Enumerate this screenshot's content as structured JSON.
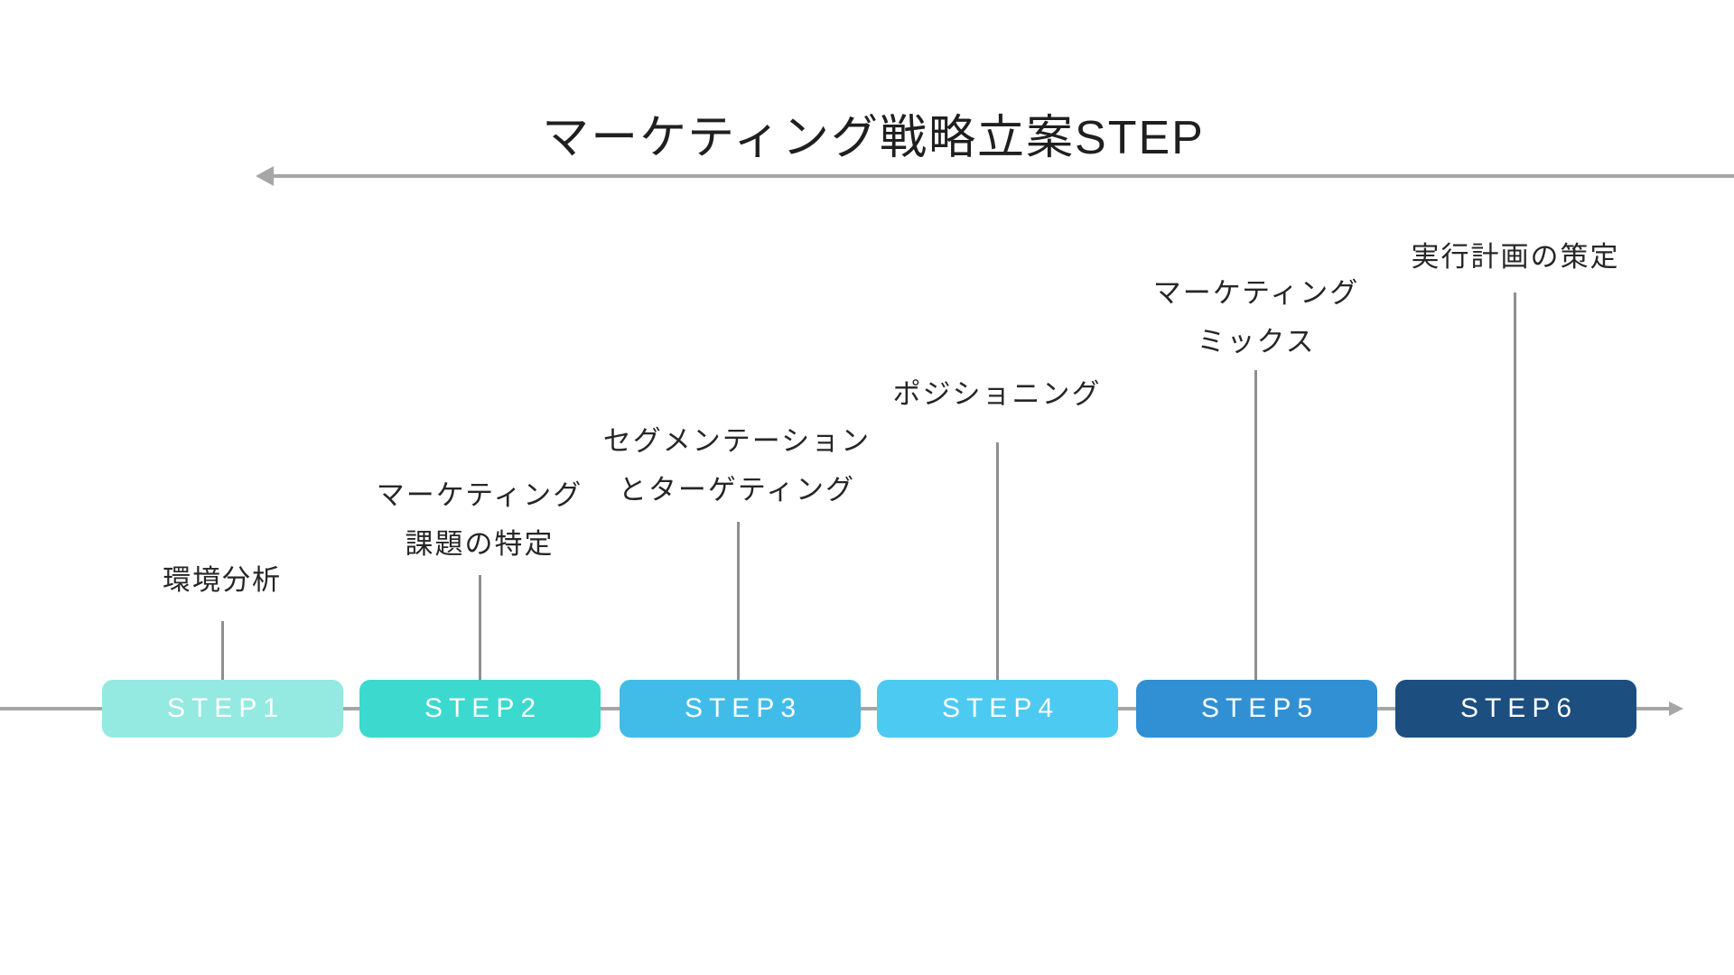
{
  "title": "マーケティング戦略立案STEP",
  "colors": {
    "horizontal_line_gray": "#a6a6a6",
    "connector_line_gray": "#8f8f8f",
    "title_text": "#1f1f1f",
    "description_text": "#262626",
    "step_label_text": "#ffffff"
  },
  "steps": [
    {
      "label": "STEP1",
      "color": "#94e9e1",
      "desc_lines": [
        "環境分析"
      ]
    },
    {
      "label": "STEP2",
      "color": "#3cd9ce",
      "desc_lines": [
        "マーケティング",
        "課題の特定"
      ]
    },
    {
      "label": "STEP3",
      "color": "#41bce9",
      "desc_lines": [
        "セグメンテーション",
        "とターゲティング"
      ]
    },
    {
      "label": "STEP4",
      "color": "#4dcaf1",
      "desc_lines": [
        "ポジショニング"
      ]
    },
    {
      "label": "STEP5",
      "color": "#3190d3",
      "desc_lines": [
        "マーケティング",
        "ミックス"
      ]
    },
    {
      "label": "STEP6",
      "color": "#1c4e80",
      "desc_lines": [
        "実行計画の策定"
      ]
    }
  ]
}
